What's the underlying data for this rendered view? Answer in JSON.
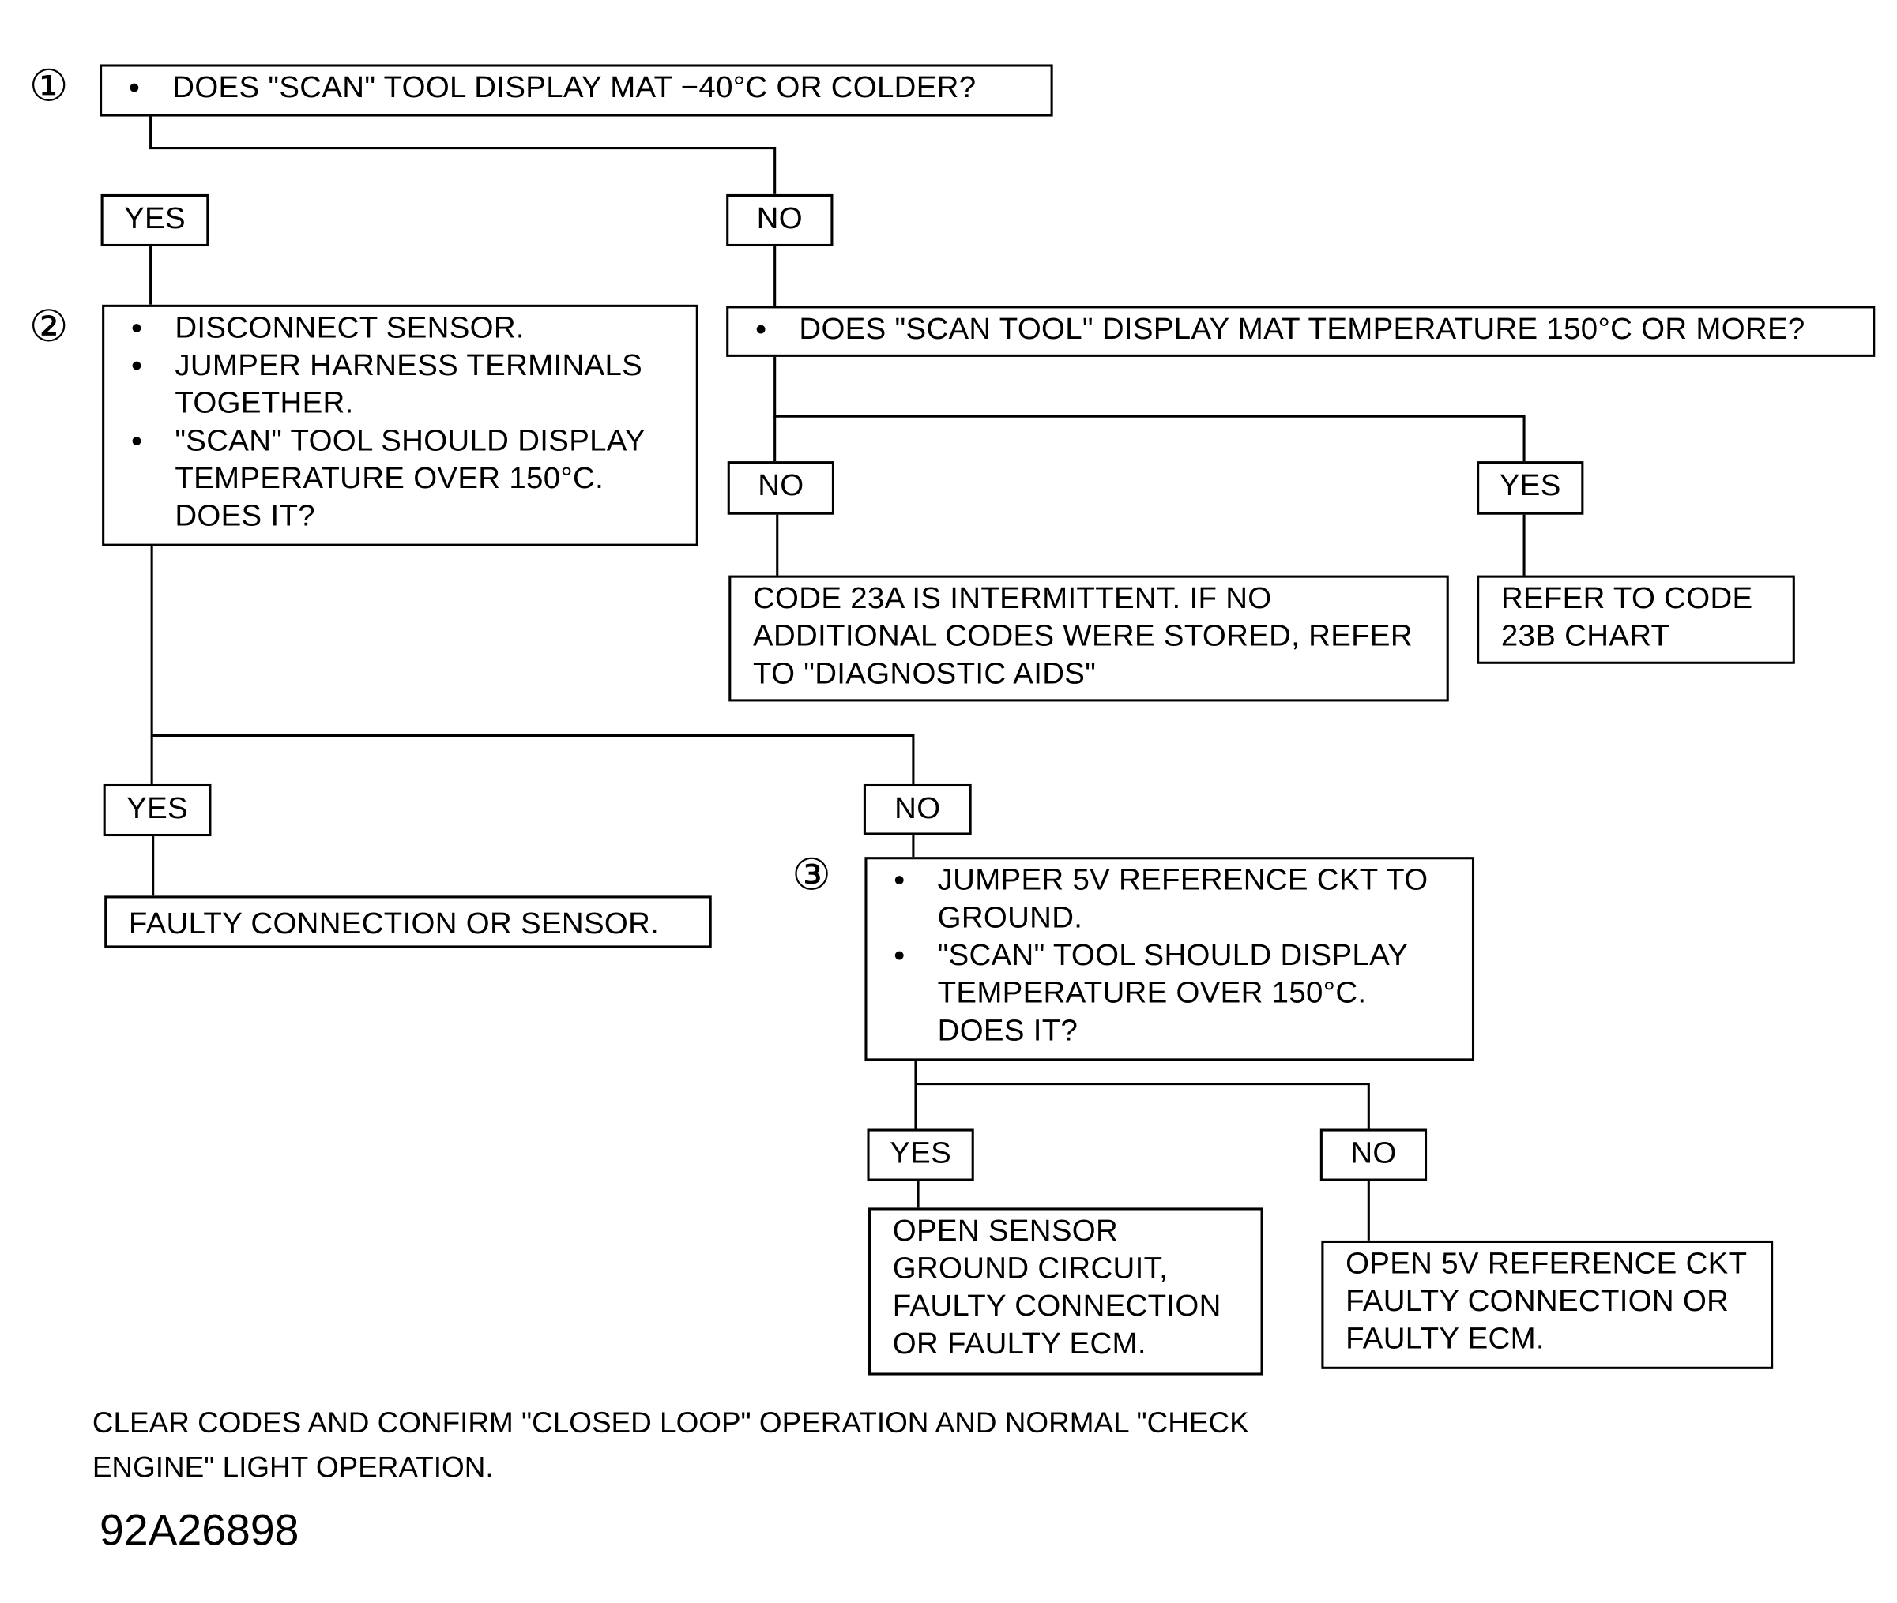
{
  "step_markers": [
    "①",
    "②",
    "③"
  ],
  "q1": "DOES \"SCAN\" TOOL DISPLAY MAT −40°C OR COLDER?",
  "q1_yes": "YES",
  "q1_no": "NO",
  "q2": [
    "DISCONNECT SENSOR.",
    "JUMPER HARNESS TERMINALS TOGETHER.",
    "\"SCAN\" TOOL SHOULD DISPLAY TEMPERATURE OVER 150°C. DOES IT?"
  ],
  "q_no_branch": "DOES \"SCAN TOOL\" DISPLAY MAT TEMPERATURE 150°C OR MORE?",
  "q_no_branch_no": "NO",
  "q_no_branch_yes": "YES",
  "intermittent_result": "CODE 23A IS INTERMITTENT.  IF NO ADDITIONAL CODES WERE STORED, REFER TO \"DIAGNOSTIC AIDS\"",
  "refer_result": "REFER TO CODE 23B CHART",
  "q2_yes": "YES",
  "q2_no": "NO",
  "faulty_result": "FAULTY CONNECTION OR SENSOR.",
  "q3": [
    "JUMPER 5V REFERENCE CKT TO GROUND.",
    "\"SCAN\" TOOL SHOULD DISPLAY TEMPERATURE OVER 150°C. DOES IT?"
  ],
  "q3_yes": "YES",
  "q3_no": "NO",
  "open_ground_result": "OPEN SENSOR GROUND CIRCUIT, FAULTY CONNECTION OR FAULTY ECM.",
  "open_5v_result": "OPEN 5V REFERENCE CKT FAULTY CONNECTION OR FAULTY ECM.",
  "footer_note": "CLEAR CODES AND CONFIRM \"CLOSED LOOP\" OPERATION AND NORMAL \"CHECK ENGINE\" LIGHT OPERATION.",
  "figure_id": "92A26898"
}
